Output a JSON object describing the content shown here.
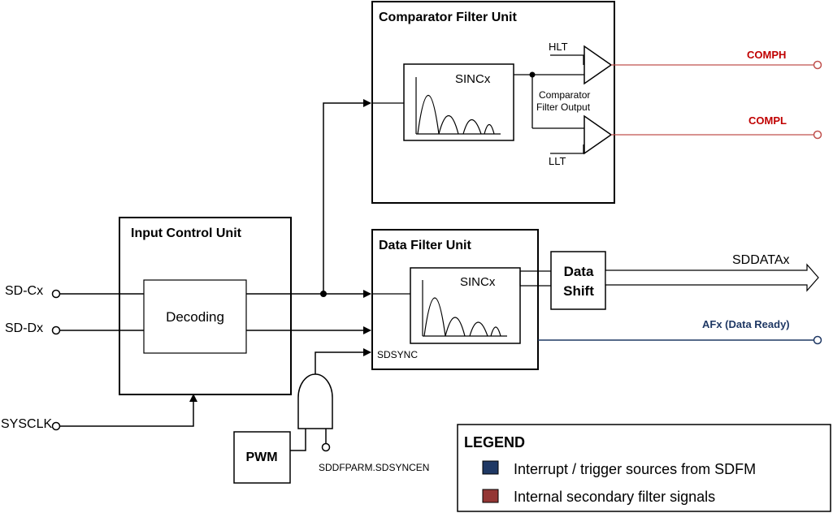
{
  "blocks": {
    "comparator_filter_unit": "Comparator Filter Unit",
    "input_control_unit": "Input Control Unit",
    "data_filter_unit": "Data Filter Unit",
    "decoding": "Decoding",
    "sinc_top": "SINCx",
    "sinc_bottom": "SINCx",
    "data_shift_line1": "Data",
    "data_shift_line2": "Shift",
    "pwm": "PWM"
  },
  "signals": {
    "sd_cx": "SD-Cx",
    "sd_dx": "SD-Dx",
    "sysclk": "SYSCLK",
    "hlt": "HLT",
    "llt": "LLT",
    "comparator_output_line1": "Comparator",
    "comparator_output_line2": "Filter Output",
    "comph": "COMPH",
    "compl": "COMPL",
    "sddatax": "SDDATAx",
    "afx": "AFx (Data Ready)",
    "sdsync": "SDSYNC",
    "sdsyncen": "SDDFPARM.SDSYNCEN"
  },
  "legend": {
    "title": "LEGEND",
    "items": [
      {
        "label": "Interrupt / trigger sources from SDFM",
        "color": "#1F3864"
      },
      {
        "label": "Internal secondary filter signals",
        "color": "#943634"
      }
    ]
  },
  "colors": {
    "red_signal": "#C0504D",
    "red_text": "#C00000",
    "navy_signal": "#1F3864"
  }
}
